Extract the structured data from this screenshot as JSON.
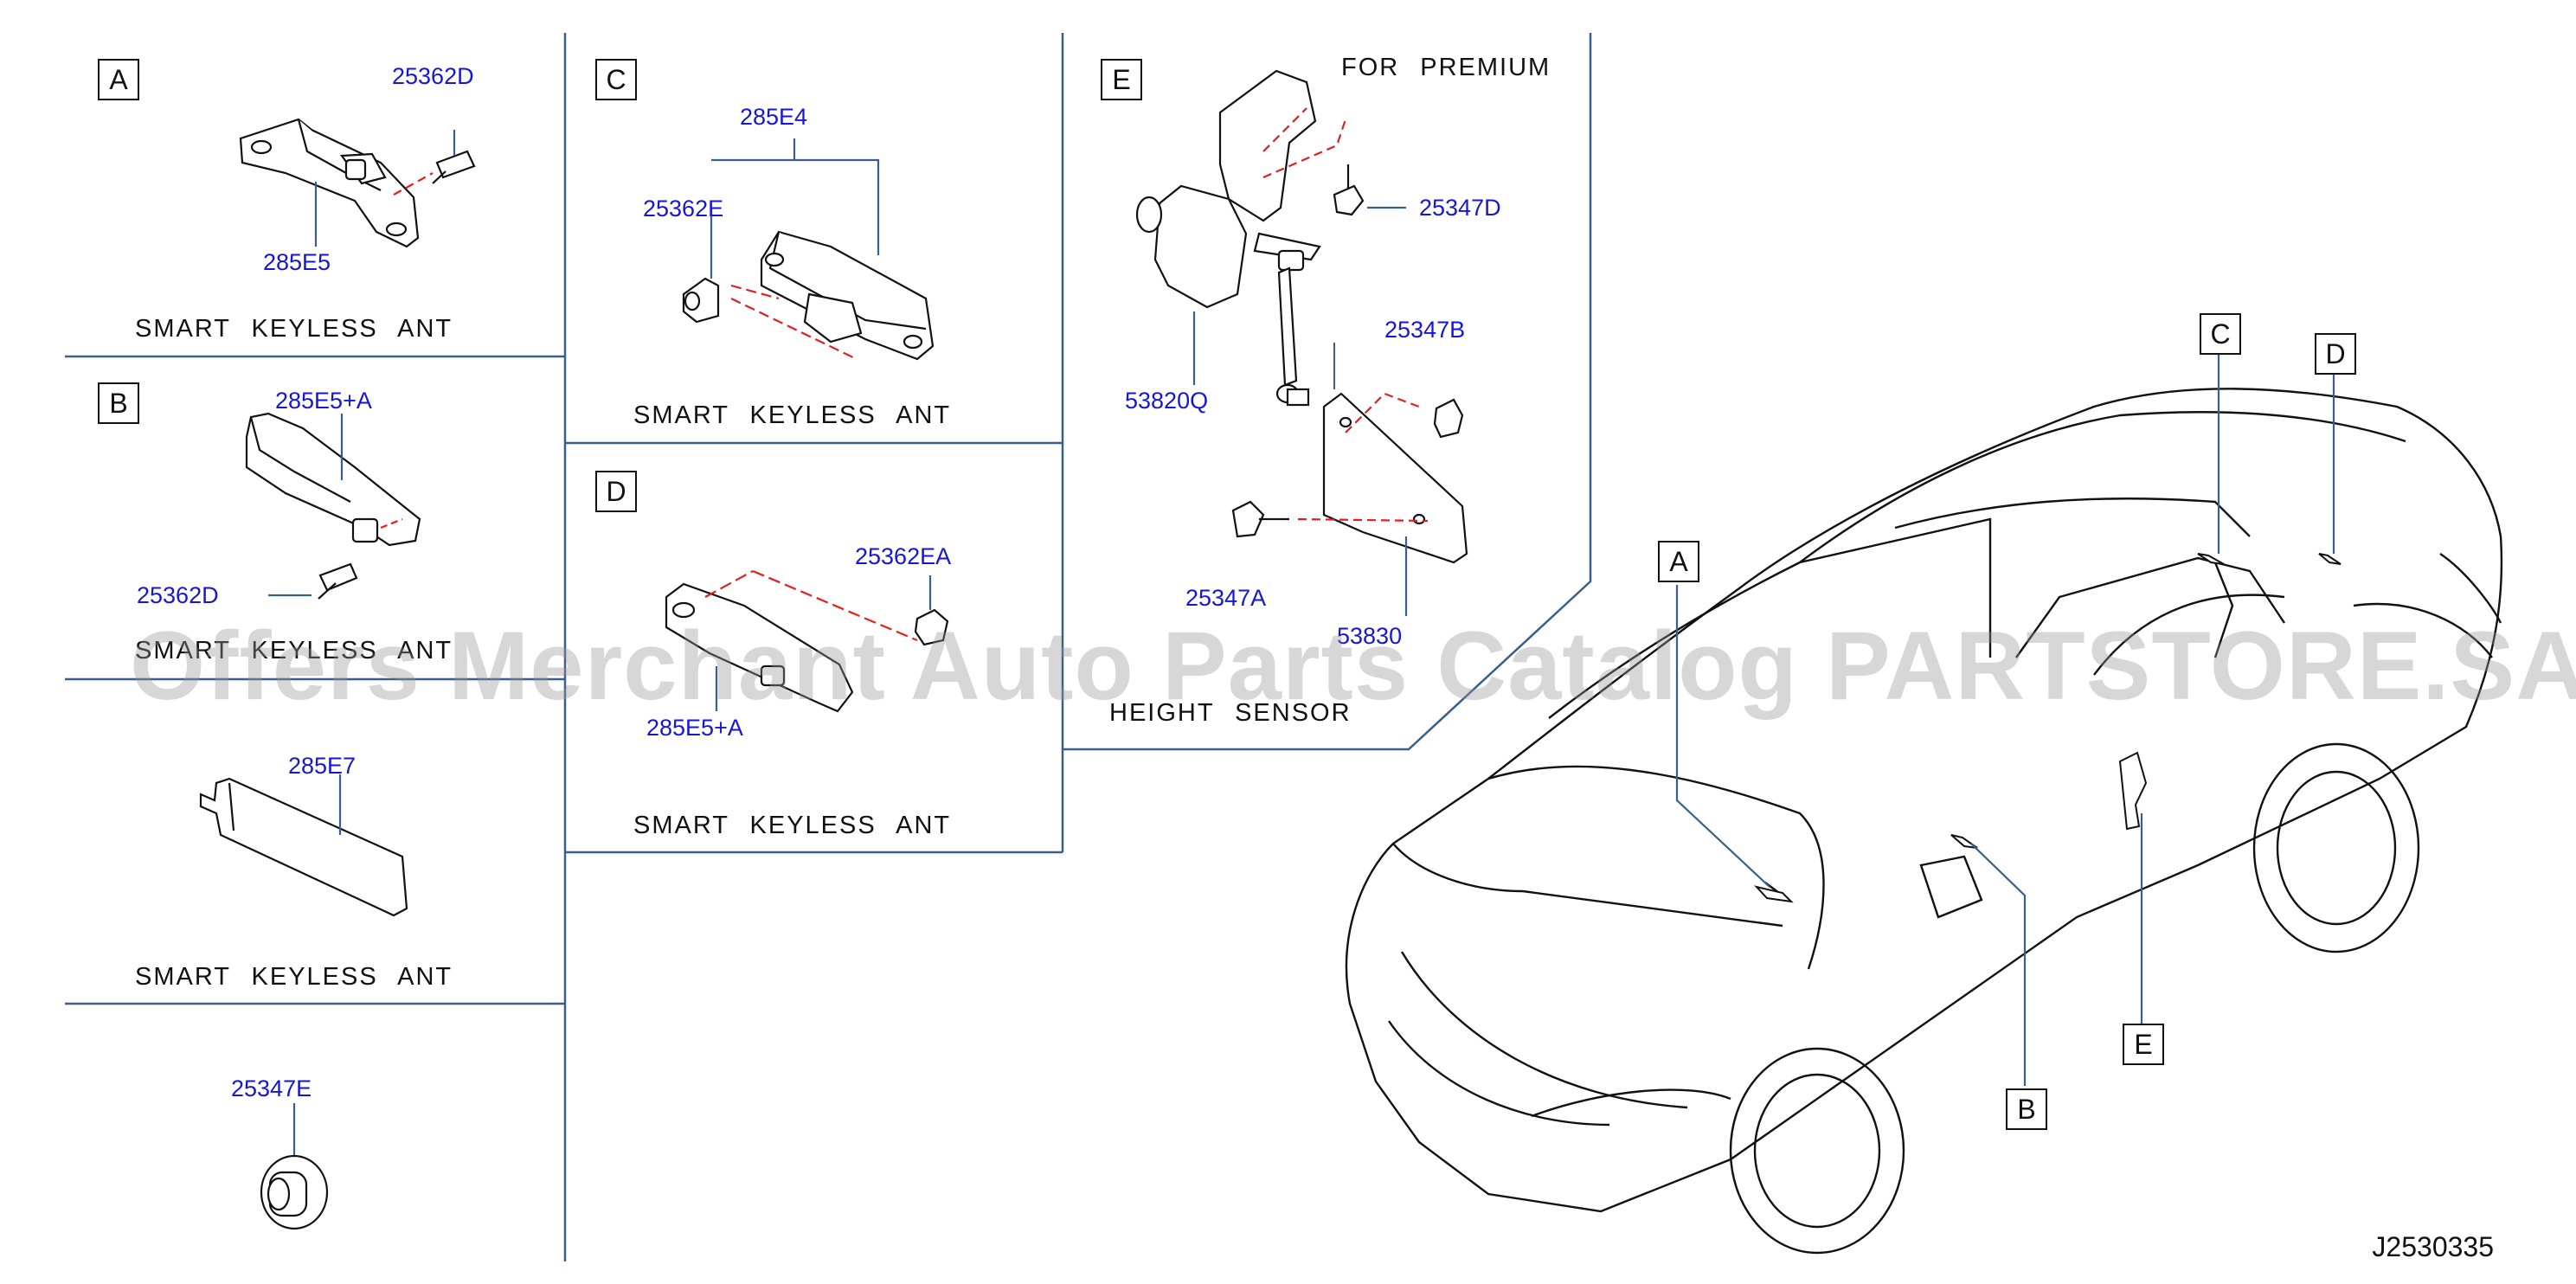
{
  "panels": {
    "A": {
      "letter": "A",
      "parts": [
        "25362D",
        "285E5"
      ],
      "caption": "SMART KEYLESS ANT"
    },
    "B": {
      "letter": "B",
      "parts": [
        "285E5+A",
        "25362D"
      ],
      "caption": "SMART KEYLESS ANT"
    },
    "C": {
      "letter": "C",
      "parts": [
        "285E4",
        "25362E"
      ],
      "caption": "SMART KEYLESS ANT"
    },
    "D": {
      "letter": "D",
      "parts": [
        "25362EA",
        "285E5+A"
      ],
      "caption": "SMART KEYLESS ANT"
    },
    "E": {
      "letter": "E",
      "note": "FOR PREMIUM",
      "parts": [
        "25347D",
        "25347B",
        "53820Q",
        "25347A",
        "53830"
      ],
      "caption": "HEIGHT SENSOR"
    },
    "F": {
      "parts": [
        "285E7"
      ],
      "caption": "SMART KEYLESS ANT"
    },
    "G": {
      "parts": [
        "25347E"
      ]
    }
  },
  "car_callouts": [
    "A",
    "B",
    "C",
    "D",
    "E"
  ],
  "watermark": "Offers Merchant Auto Parts Catalog PARTSTORE.SA",
  "drawing_code": "J2530335",
  "colors": {
    "part_number": "#1616d8",
    "divider": "#3a5f8a",
    "leader_dashed": "#e02020",
    "line": "#111111"
  }
}
